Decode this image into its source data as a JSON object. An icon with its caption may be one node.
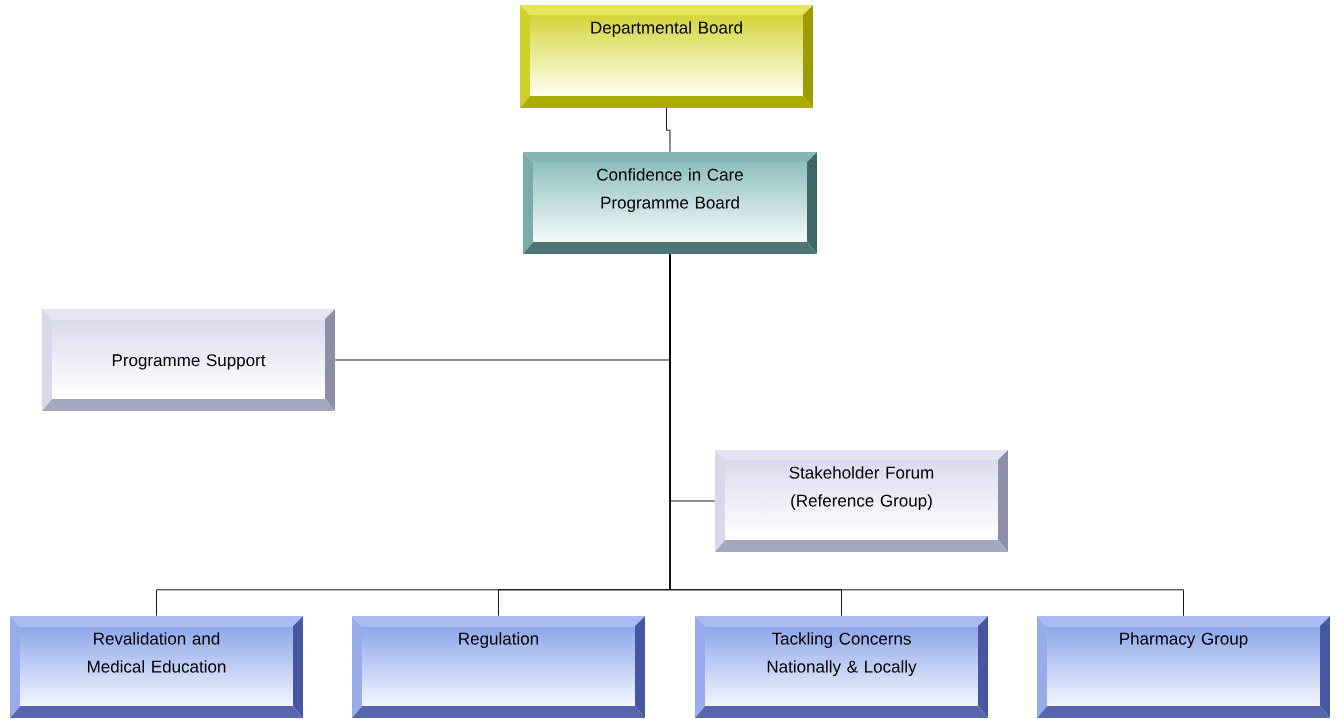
{
  "diagram": {
    "nodes": [
      {
        "text": [
          "Departmental Board"
        ]
      },
      {
        "text": [
          "Confidence in Care Programme Board"
        ]
      },
      {
        "text": [
          "Programme Support"
        ]
      },
      {
        "text": [
          "Stakeholder Forum (Reference Group)"
        ]
      },
      {
        "text": [
          "Revalidation and Medical Education"
        ]
      },
      {
        "text": [
          "Regulation"
        ]
      },
      {
        "text": [
          "Tackling Concerns Nationally & Locally"
        ]
      },
      {
        "text": [
          "Pharmacy Group"
        ]
      }
    ],
    "edges": [
      {
        "from": 0,
        "to": 1,
        "arrow": "none"
      },
      {
        "from": 1,
        "to": 2,
        "arrow": "none"
      },
      {
        "from": 1,
        "to": 3,
        "arrow": "none"
      },
      {
        "from": 1,
        "to": 4,
        "arrow": "none"
      },
      {
        "from": 1,
        "to": 5,
        "arrow": "none"
      },
      {
        "from": 1,
        "to": 6,
        "arrow": "none"
      },
      {
        "from": 1,
        "to": 7,
        "arrow": "none"
      }
    ]
  }
}
